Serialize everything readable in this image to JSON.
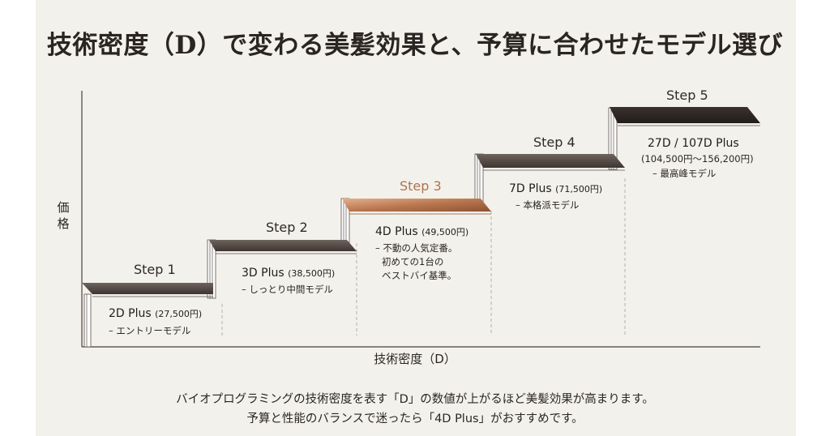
{
  "title": "技術密度（D）で変わる美髪効果と、予算に合わせたモデル選び",
  "y_axis_label": "価格",
  "x_axis_label": "技術密度（D）",
  "steps": [
    {
      "label": "Step 1",
      "model": "2D Plus",
      "price": "(27,500円)",
      "desc": [
        "– エントリーモデル"
      ]
    },
    {
      "label": "Step 2",
      "model": "3D Plus",
      "price": "(38,500円)",
      "desc": [
        "– しっとり中間モデル"
      ]
    },
    {
      "label": "Step 3",
      "model": "4D Plus",
      "price": "(49,500円)",
      "desc": [
        "– 不動の人気定番。",
        "初めての1台の",
        "ベストバイ基準。"
      ]
    },
    {
      "label": "Step 4",
      "model": "7D Plus",
      "price": "(71,500円)",
      "desc": [
        "– 本格派モデル"
      ]
    },
    {
      "label": "Step 5",
      "model": "27D / 107D Plus",
      "price": "(104,500円〜156,200円)",
      "desc": [
        "– 最高峰モデル"
      ]
    }
  ],
  "caption": [
    "バイオプログラミングの技術密度を表す「D」の数値が上がるほど美髪効果が高まります。",
    "予算と性能のバランスで迷ったら「4D Plus」がおすすめです。"
  ],
  "colors": {
    "background": "#f3f1ec",
    "step_dark": "#4a403b",
    "step_highlight": "#b27652",
    "step_highlight_label": "#b0734f"
  }
}
